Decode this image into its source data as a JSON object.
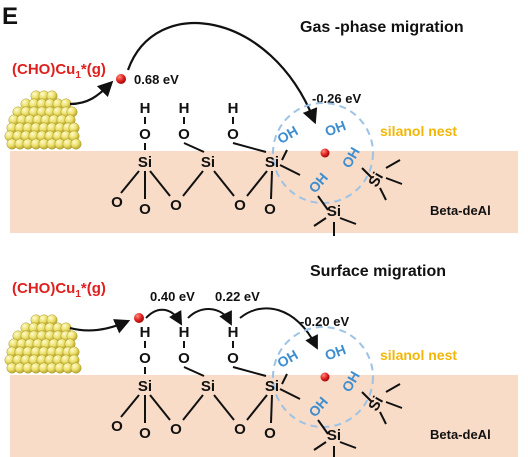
{
  "panel_label": "E",
  "colors": {
    "surface": "#f8dcc8",
    "cluster": "#f0e27a",
    "oh_text": "#3d8ed0",
    "adsorbate": "#e0201e",
    "nest_label": "#f2b705",
    "nest_circle": "#9cc3e6"
  },
  "top": {
    "title": "Gas -phase migration",
    "species_prefix": "(CHO)Cu",
    "species_sub": "1",
    "species_suffix": "*(g)",
    "energy_start": "0.68 eV",
    "energy_nest": "-0.26 eV",
    "nest_label": "silanol nest",
    "support_label": "Beta-deAl"
  },
  "bottom": {
    "title": "Surface migration",
    "species_prefix": "(CHO)Cu",
    "species_sub": "1",
    "species_suffix": "*(g)",
    "energy_hop1": "0.40 eV",
    "energy_hop2": "0.22 eV",
    "energy_nest": "-0.20 eV",
    "nest_label": "silanol nest",
    "support_label": "Beta-deAl"
  },
  "atoms": {
    "si": "Si",
    "o": "O",
    "h": "H",
    "oh": "OH"
  }
}
